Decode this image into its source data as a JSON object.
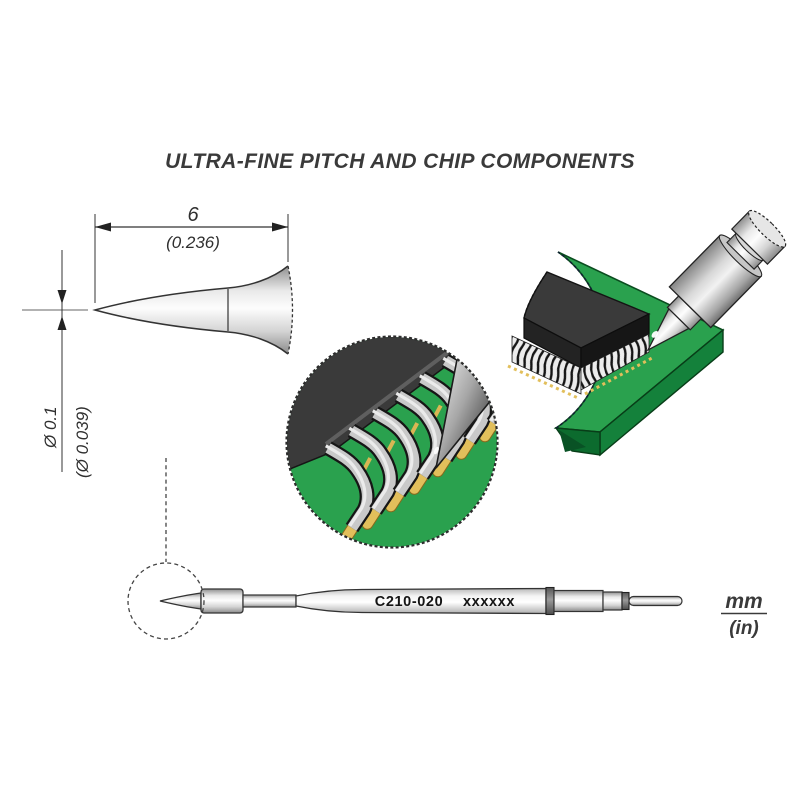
{
  "title": "ULTRA-FINE PITCH AND CHIP COMPONENTS",
  "tip_drawing": {
    "length_mm": "6",
    "length_in": "(0.236)",
    "tip_diameter_mm": "Ø 0.1",
    "tip_diameter_in": "(Ø 0.039)"
  },
  "cartridge": {
    "model": "C210-020",
    "batch_code": "xxxxxx"
  },
  "units": {
    "metric": "mm",
    "imperial": "(in)"
  },
  "colors": {
    "outline": "#2e2e2e",
    "pcb_green_top": "#2aa14e",
    "pcb_green_side": "#14813b",
    "pcb_green_shadow": "#0c6129",
    "pad_gold": "#e2bf5b",
    "chip_body": "#3a3a3a",
    "metal_light": "#f4f4f4",
    "metal_dark": "#8f8f8f"
  }
}
